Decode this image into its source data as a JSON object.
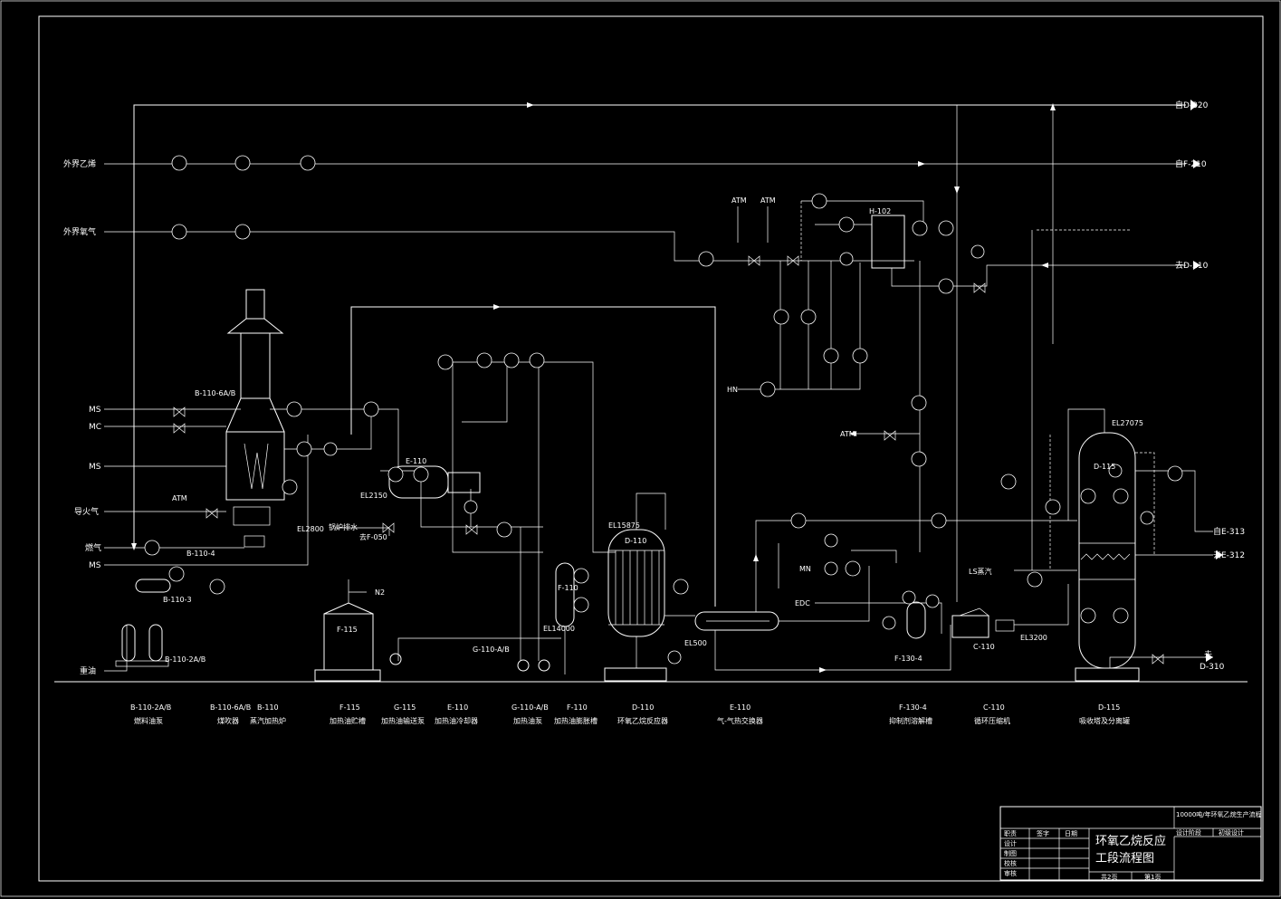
{
  "streams": {
    "left": [
      "外界乙烯",
      "外界氧气",
      "MS",
      "MC",
      "MS",
      "导火气",
      "燃气",
      "MS",
      "重油"
    ],
    "right": [
      "自D-320",
      "自F-210",
      "去D-210",
      "自E-313",
      "去E-312",
      "去",
      "D-310"
    ],
    "misc": [
      "ATM",
      "ATM",
      "ATM",
      "ATM",
      "N2",
      "HN",
      "MN",
      "EDC",
      "锅炉排水",
      "去F-050",
      "LS蒸汽"
    ]
  },
  "equipment": {
    "tags": [
      "B-110-6A/B",
      "E-110",
      "F-110",
      "D-110",
      "D-115",
      "H-102",
      "F-115",
      "B-110-4",
      "B-110-3",
      "B-110-2A/B",
      "G-110-A/B",
      "F-130-4",
      "C-110"
    ],
    "elevations": [
      "EL2800",
      "EL2150",
      "EL15875",
      "EL14000",
      "EL27075",
      "EL500",
      "EL3200"
    ]
  },
  "legend": [
    {
      "tag": "B-110-2A/B",
      "name": "燃料油泵"
    },
    {
      "tag": "B-110-6A/B",
      "name": "煤吹器"
    },
    {
      "tag": "B-110",
      "name": "蒸汽加热炉"
    },
    {
      "tag": "F-115",
      "name": "加热油贮槽"
    },
    {
      "tag": "G-115",
      "name": "加热油输送泵"
    },
    {
      "tag": "E-110",
      "name": "加热油冷却器"
    },
    {
      "tag": "G-110-A/B",
      "name": "加热油泵"
    },
    {
      "tag": "F-110",
      "name": "加热油膨胀槽"
    },
    {
      "tag": "D-110",
      "name": "环氧乙烷反应器"
    },
    {
      "tag": "E-110",
      "name": "气-气热交换器"
    },
    {
      "tag": "F-130-4",
      "name": "抑制剂溶解槽"
    },
    {
      "tag": "C-110",
      "name": "循环压缩机"
    },
    {
      "tag": "D-115",
      "name": "吸收塔及分离罐"
    }
  ],
  "title_block": {
    "project": "10000吨/年环氧乙烷生产流程",
    "stage_label": "设计阶段",
    "stage_value": "初级设计",
    "title_line1": "环氧乙烷反应",
    "title_line2": "工段流程图",
    "rows": [
      "职责",
      "设计",
      "制图",
      "校核",
      "审核"
    ],
    "col_sign": "签字",
    "col_date": "日期",
    "sheets_total": "共2页",
    "sheet_no": "第1页"
  }
}
